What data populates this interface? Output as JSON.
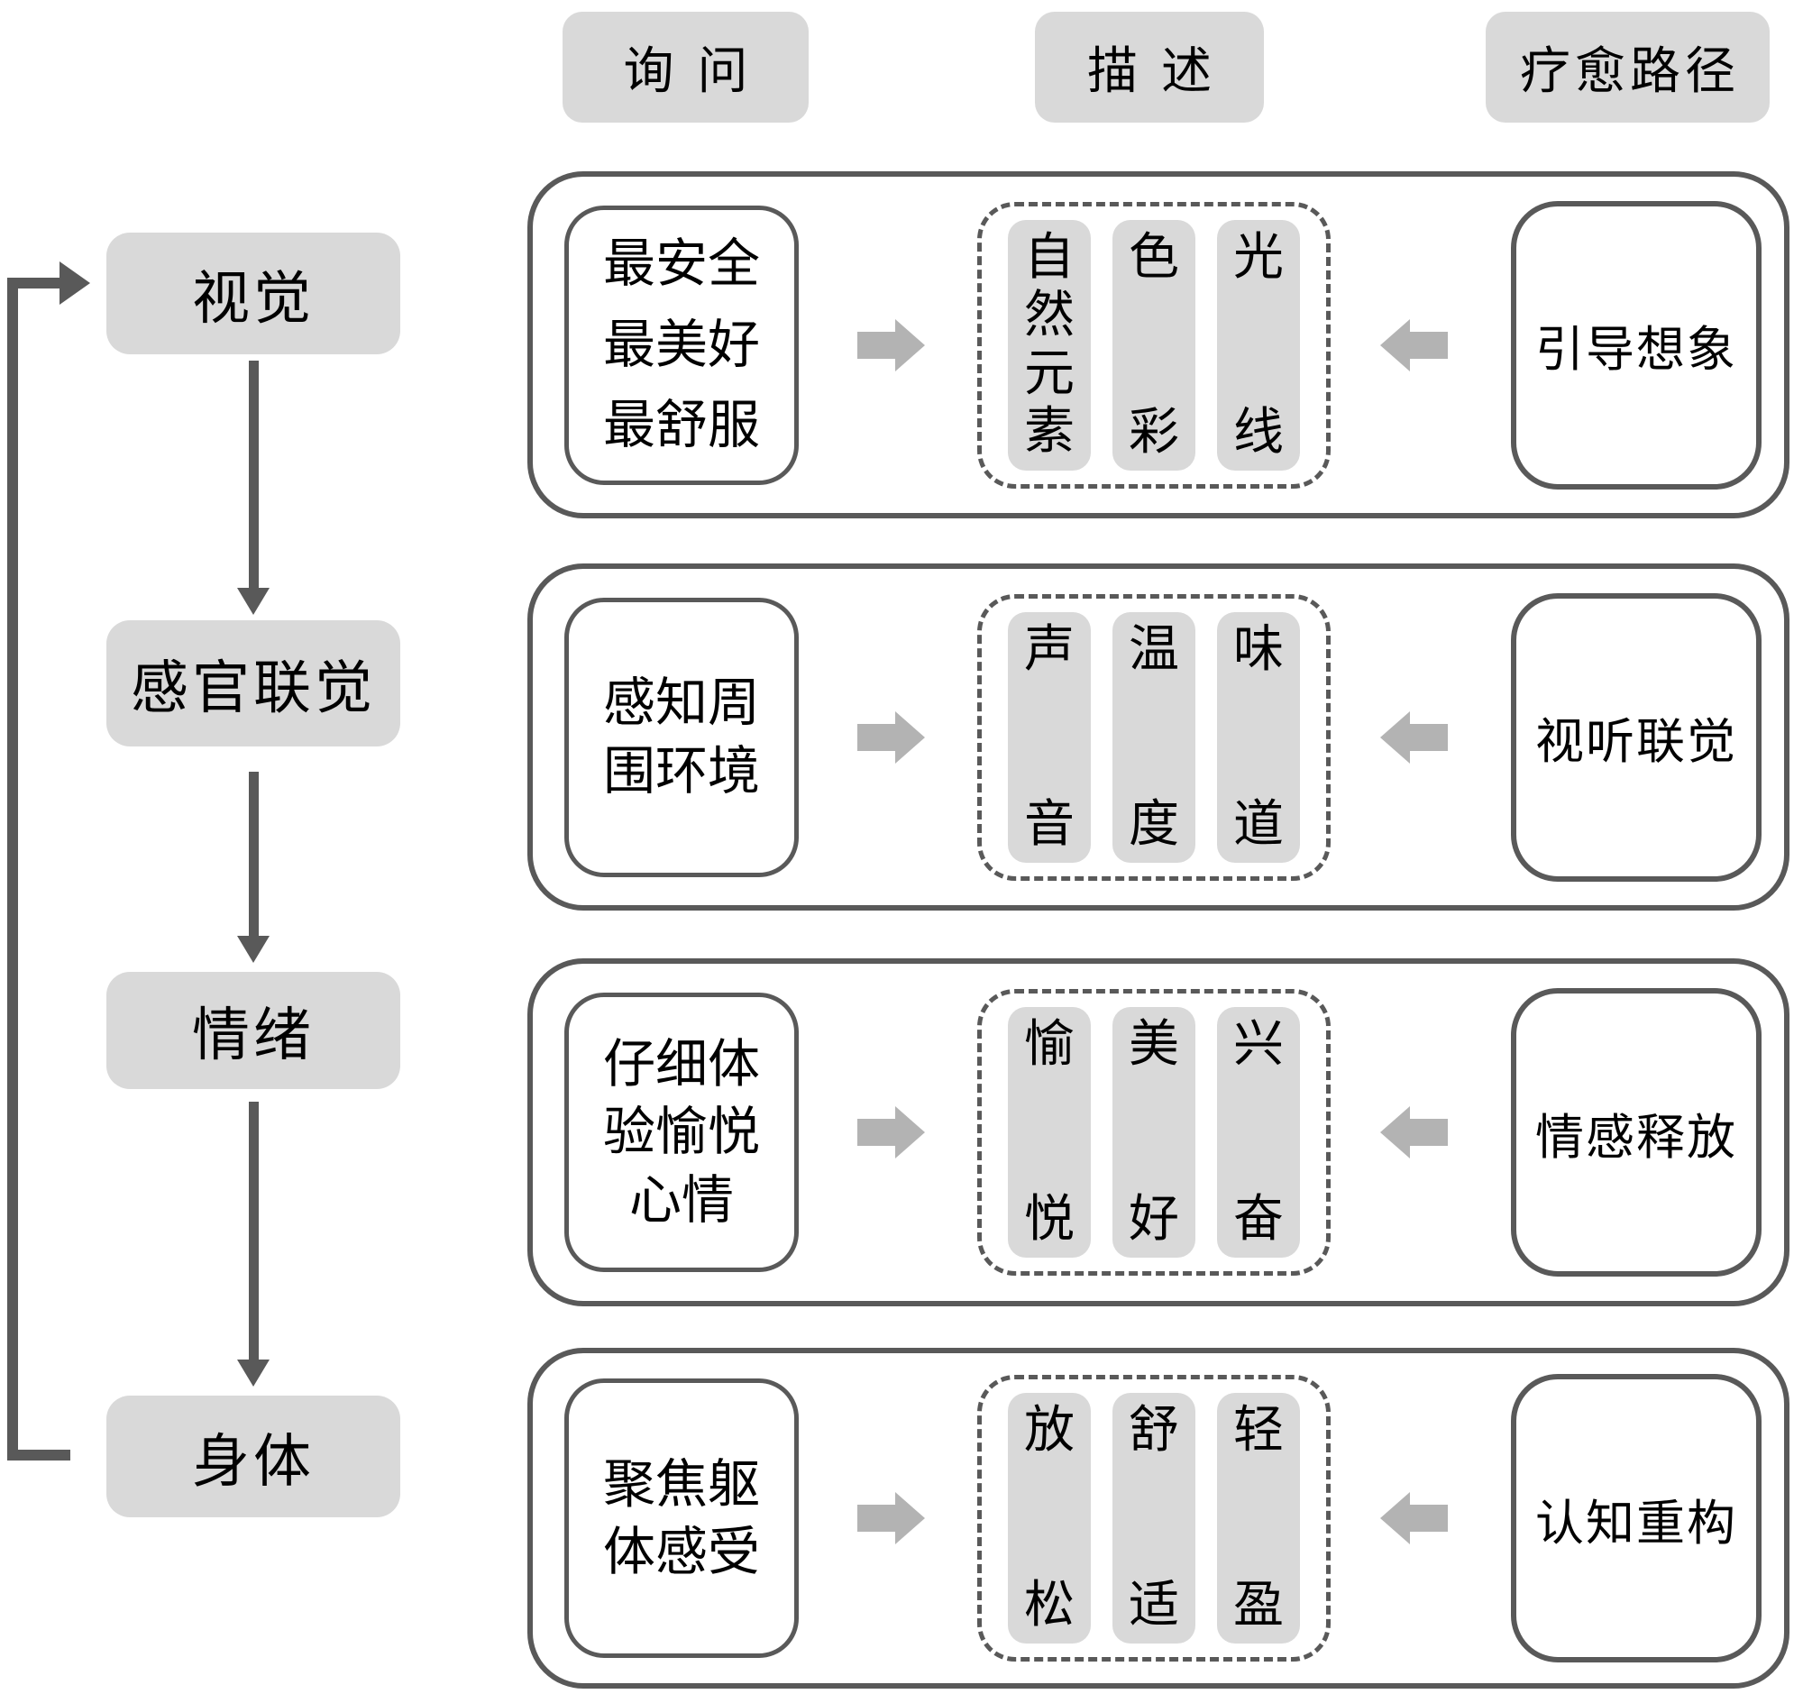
{
  "headers": {
    "inquiry": "询问",
    "describe": "描述",
    "healing": "疗愈路径"
  },
  "stages": [
    {
      "label": "视觉"
    },
    {
      "label": "感官联觉"
    },
    {
      "label": "情绪"
    },
    {
      "label": "身体"
    }
  ],
  "rows": [
    {
      "stage": "视觉",
      "inquiry_lines": [
        "最安全",
        "最美好",
        "最舒服"
      ],
      "descriptors": [
        "自然元素",
        "色彩",
        "光线"
      ],
      "healing_path": "引导想象"
    },
    {
      "stage": "感官联觉",
      "inquiry_lines": [
        "感知周",
        "围环境"
      ],
      "descriptors": [
        "声音",
        "温度",
        "味道"
      ],
      "healing_path": "视听联觉"
    },
    {
      "stage": "情绪",
      "inquiry_lines": [
        "仔细体",
        "验愉悦",
        "心情"
      ],
      "descriptors": [
        "愉悦",
        "美好",
        "兴奋"
      ],
      "healing_path": "情感释放"
    },
    {
      "stage": "身体",
      "inquiry_lines": [
        "聚焦躯",
        "体感受"
      ],
      "descriptors": [
        "放松",
        "舒适",
        "轻盈"
      ],
      "healing_path": "认知重构"
    }
  ],
  "colors": {
    "box_fill": "#d9d9d9",
    "line": "#595959",
    "block_arrow": "#b3b3b3",
    "text": "#000000",
    "background": "#ffffff"
  }
}
